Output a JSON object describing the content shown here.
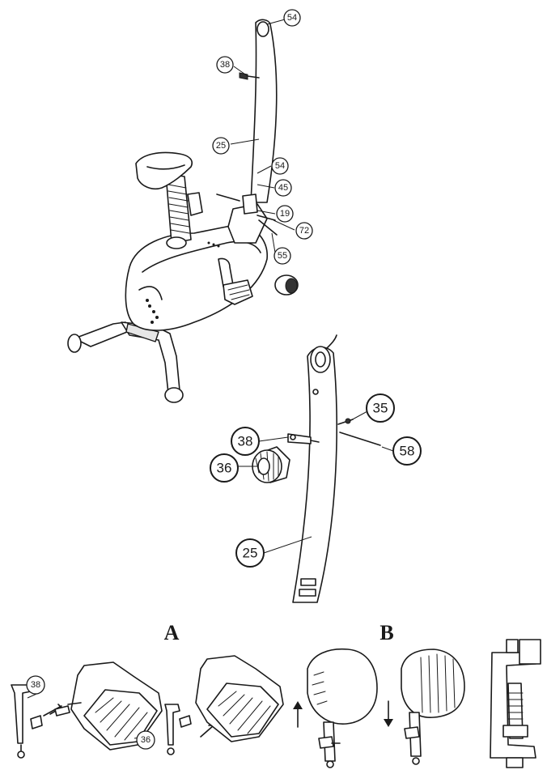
{
  "figure": {
    "top_callouts": [
      {
        "id": "c54a",
        "label": "54"
      },
      {
        "id": "c38a",
        "label": "38"
      },
      {
        "id": "c25a",
        "label": "25"
      },
      {
        "id": "c54b",
        "label": "54"
      },
      {
        "id": "c45",
        "label": "45"
      },
      {
        "id": "c19",
        "label": "19"
      },
      {
        "id": "c72",
        "label": "72"
      },
      {
        "id": "c55",
        "label": "55"
      }
    ],
    "detail_callouts": [
      {
        "id": "c35",
        "label": "35"
      },
      {
        "id": "c38b",
        "label": "38"
      },
      {
        "id": "c58",
        "label": "58"
      },
      {
        "id": "c36a",
        "label": "36"
      },
      {
        "id": "c25b",
        "label": "25"
      }
    ],
    "bottom_callouts": [
      {
        "id": "c38c",
        "label": "38"
      },
      {
        "id": "c36b",
        "label": "36"
      }
    ],
    "steps": {
      "a": "A",
      "b": "B"
    }
  }
}
